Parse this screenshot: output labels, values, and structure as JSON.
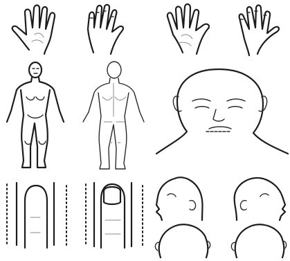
{
  "sheet": {
    "figures": [
      "right-palm",
      "right-back-of-hand",
      "left-palm",
      "left-back-of-hand",
      "body-front",
      "body-back",
      "face-front",
      "finger-front",
      "finger-nail-side",
      "head-profile-left",
      "head-profile-right",
      "head-top-left",
      "head-top-right"
    ],
    "colors": {
      "ink": "#1c1c1c",
      "paper": "#ffffff"
    }
  }
}
